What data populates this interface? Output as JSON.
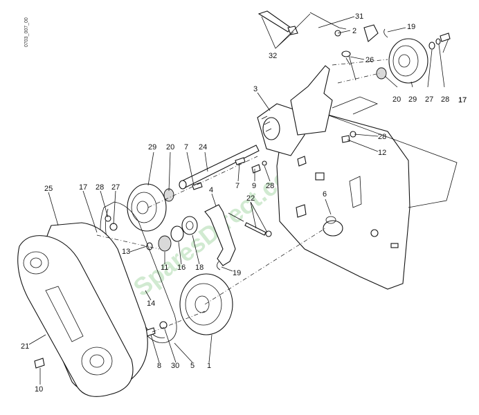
{
  "drawing_code": "0703_007_00",
  "watermark": "SparesDirect.com",
  "callouts": [
    "31",
    "2",
    "19",
    "32",
    "26",
    "17",
    "3",
    "28",
    "20",
    "29",
    "27",
    "28",
    "17",
    "12",
    "29",
    "20",
    "7",
    "24",
    "7",
    "9",
    "28",
    "25",
    "17",
    "28",
    "27",
    "4",
    "22",
    "6",
    "13",
    "11",
    "16",
    "18",
    "19",
    "14",
    "21",
    "8",
    "30",
    "5",
    "1",
    "10"
  ]
}
